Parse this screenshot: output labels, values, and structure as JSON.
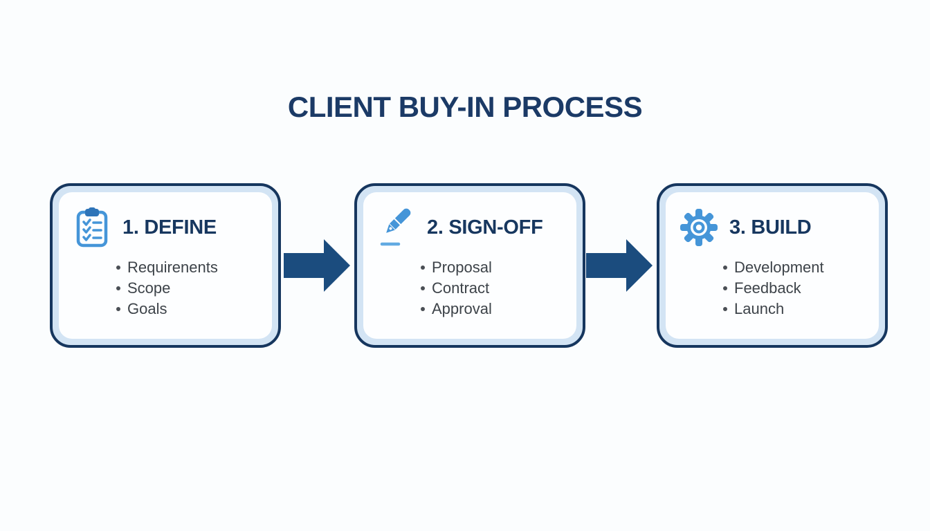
{
  "title": "CLIENT BUY-IN PROCESS",
  "steps": [
    {
      "heading": "1. DEFINE",
      "icon": "clipboard-icon",
      "items": [
        "Requirenents",
        "Scope",
        "Goals"
      ]
    },
    {
      "heading": "2. SIGN-OFF",
      "icon": "pen-icon",
      "items": [
        "Proposal",
        "Contract",
        "Approval"
      ]
    },
    {
      "heading": "3. BUILD",
      "icon": "gear-icon",
      "items": [
        "Development",
        "Feedback",
        "Launch"
      ]
    }
  ],
  "connectors": [
    "flow-arrow-icon",
    "flow-arrow-icon"
  ],
  "colors": {
    "background": "#fbfdfe",
    "title_navy": "#1b3a66",
    "heading_navy": "#17375f",
    "card_border_navy": "#16365e",
    "card_band_light_blue": "#d3e4f4",
    "card_inner_white": "#fdfeff",
    "icon_blue": "#4595d8",
    "icon_dark_blue": "#2e74b8",
    "icon_light_blue": "#62aae2",
    "arrow_navy": "#1b4c7e",
    "bullet_text_gray": "#3d4349"
  }
}
